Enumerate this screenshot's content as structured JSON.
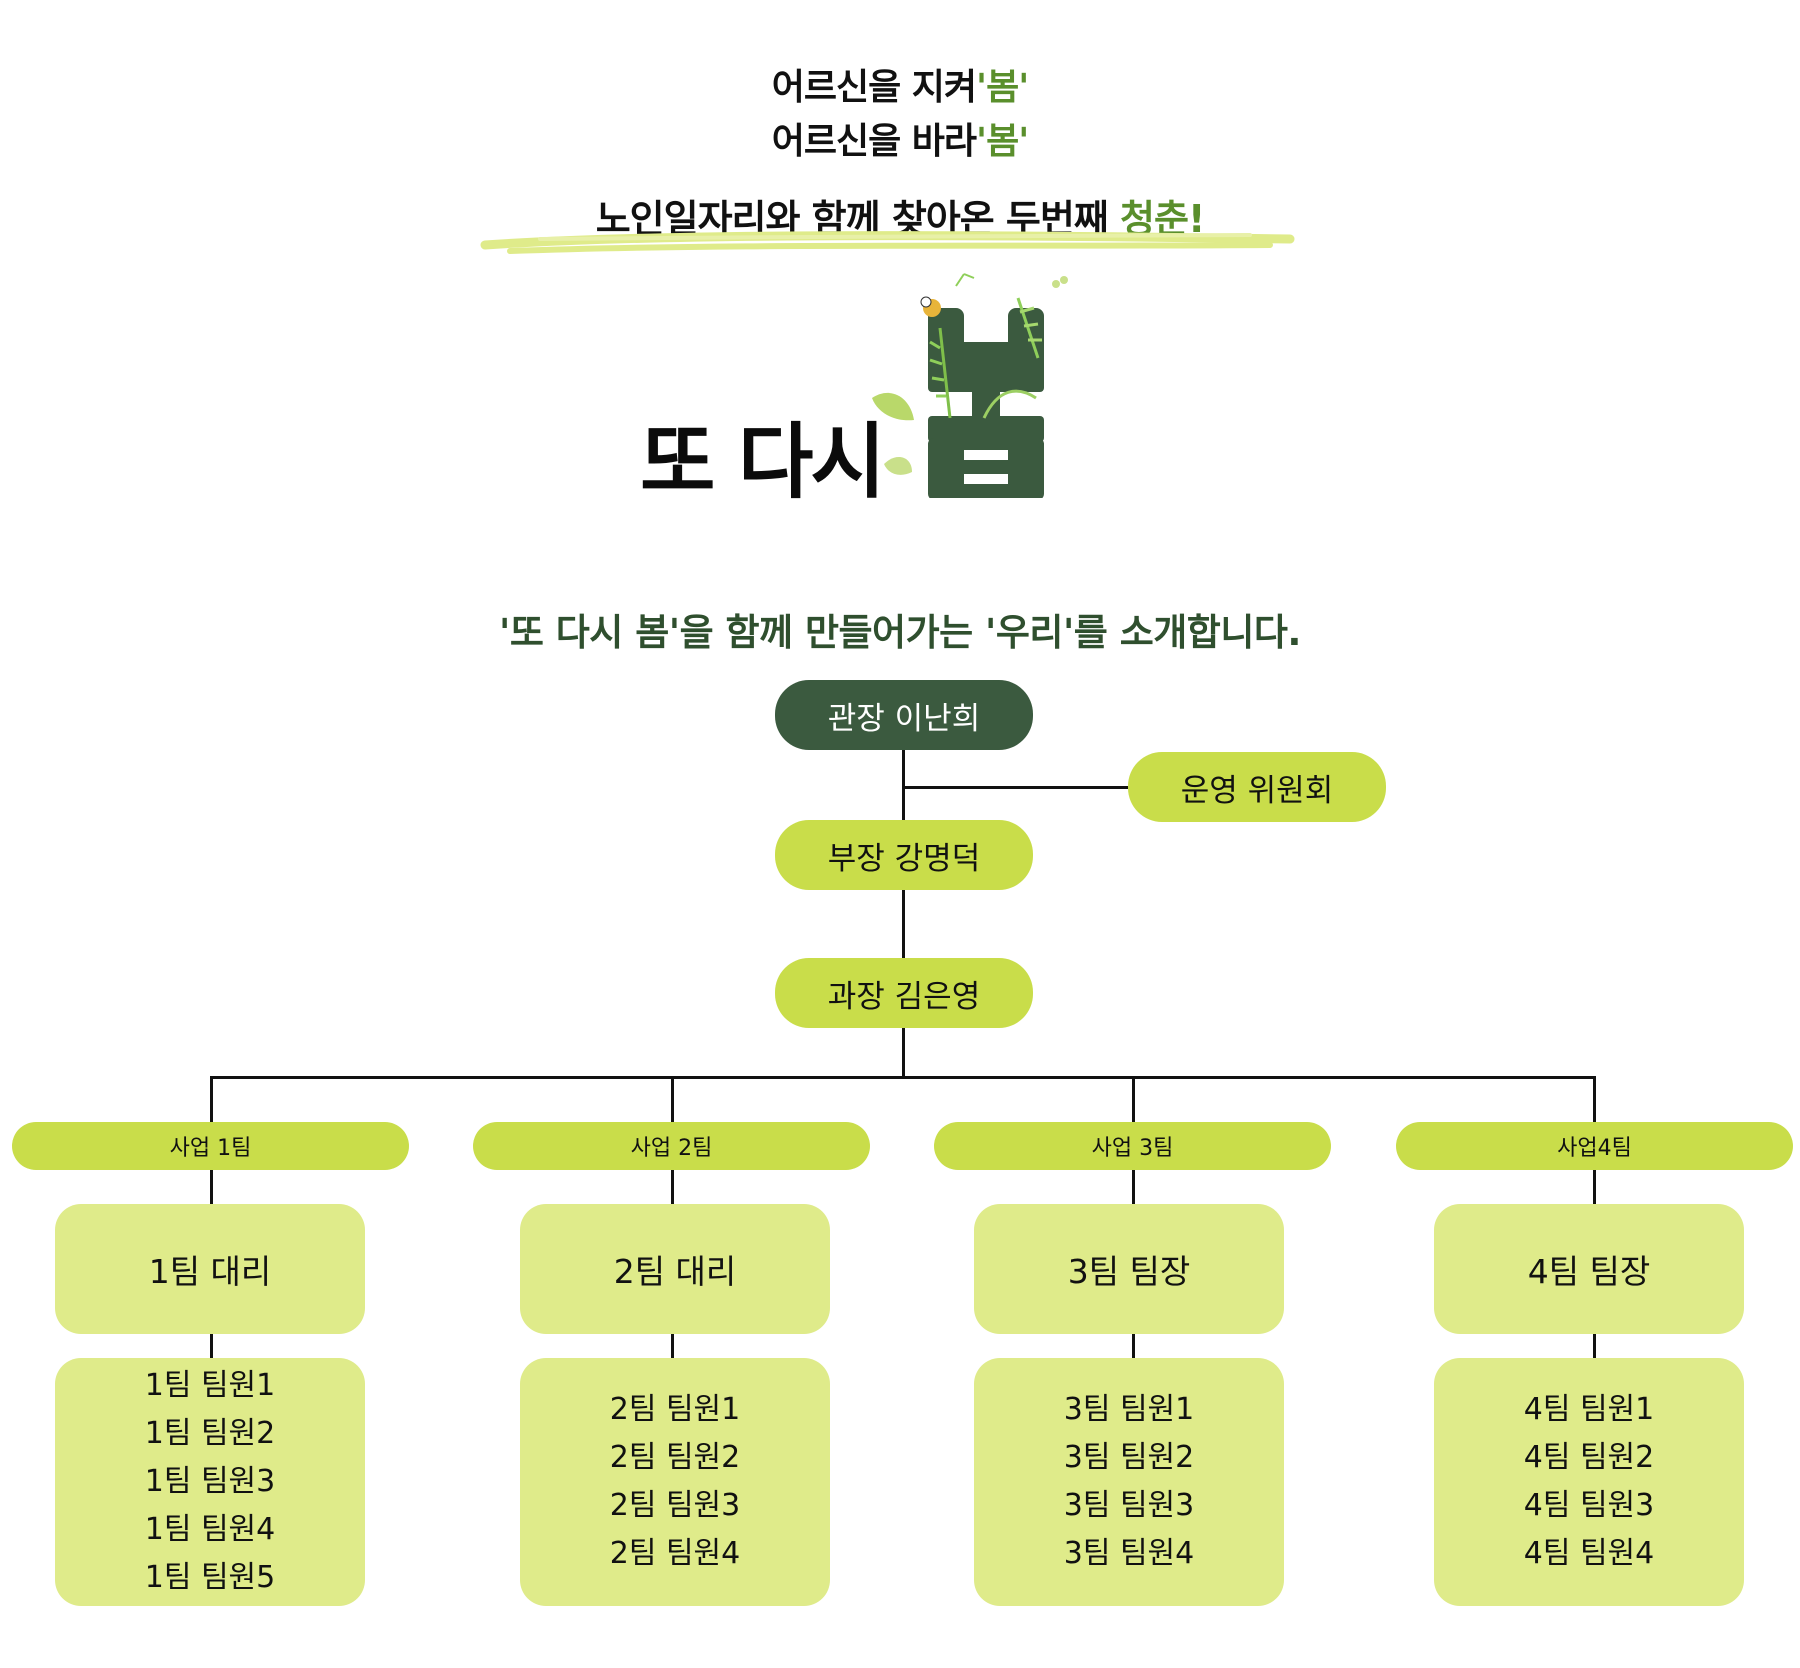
{
  "header": {
    "slogan_line1_prefix": "어르신을  지켜",
    "slogan_line1_highlight": "'봄'",
    "slogan_line2_prefix": "어르신을  바라",
    "slogan_line2_highlight": "'봄'",
    "subtitle_prefix": "노인일자리와 함께 찾아온 두번째 ",
    "subtitle_highlight": "청춘!",
    "accent_color": "#5a8f2c",
    "brush_color": "#dfeb8a"
  },
  "logo": {
    "text": "또 다시",
    "graphic_text": "봄",
    "graphic_color": "#3b5a3f"
  },
  "intro": {
    "text": "'또 다시 봄'을 함께 만들어가는 '우리'를 소개합니다."
  },
  "org": {
    "director": "관장 이난희",
    "committee": "운영 위원회",
    "manager": "부장 강명덕",
    "section_chief": "과장 김은영",
    "teams": [
      {
        "name": "사업 1팀",
        "lead": "1팀 대리",
        "members": [
          "1팀 팀원1",
          "1팀 팀원2",
          "1팀 팀원3",
          "1팀 팀원4",
          "1팀 팀원5"
        ]
      },
      {
        "name": "사업 2팀",
        "lead": "2팀 대리",
        "members": [
          "2팀 팀원1",
          "2팀 팀원2",
          "2팀 팀원3",
          "2팀 팀원4"
        ]
      },
      {
        "name": "사업 3팀",
        "lead": "3팀 팀장",
        "members": [
          "3팀 팀원1",
          "3팀 팀원2",
          "3팀 팀원3",
          "3팀 팀원4"
        ]
      },
      {
        "name": "사업4팀",
        "lead": "4팀 팀장",
        "members": [
          "4팀 팀원1",
          "4팀 팀원2",
          "4팀 팀원3",
          "4팀 팀원4"
        ]
      }
    ],
    "colors": {
      "director_bg": "#3b5a3f",
      "pill_bg": "#c9dd4a",
      "box_bg": "#dfeb8a",
      "line": "#111111"
    }
  }
}
